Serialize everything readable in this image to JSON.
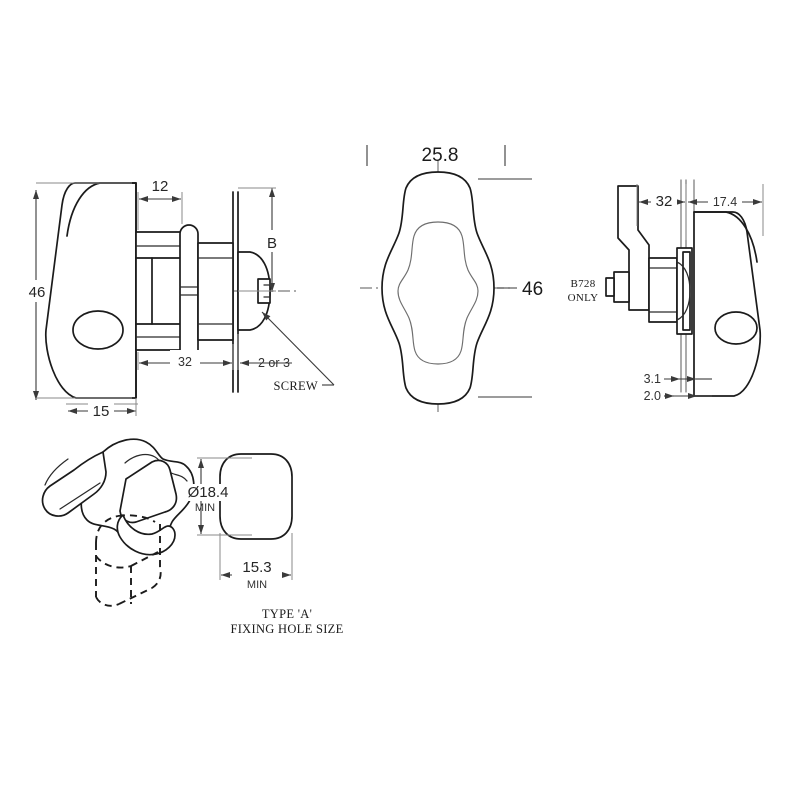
{
  "drawing": {
    "title": "Compression T-handle lock technical drawing",
    "background_color": "#ffffff",
    "line_color": "#1b1b1b",
    "dimension_color": "#3a3a3a",
    "centerline_color": "#7a7a7a"
  },
  "views": {
    "side_section": {
      "name": "side-section-view",
      "dimensions": {
        "height_overall": "46",
        "knob_depth": "15",
        "flange_to_body": "12",
        "barrel_length": "32",
        "panel_thickness": "2 or 3",
        "cam_height": "B"
      },
      "labels": {
        "screw": "SCREW"
      }
    },
    "front_knob": {
      "name": "front-knob-view",
      "dimensions": {
        "width": "25.8",
        "height": "46"
      }
    },
    "cam_side": {
      "name": "cam-side-view",
      "dimensions": {
        "barrel_length": "32",
        "knob_projection": "17.4",
        "panel_thickness_max": "3.1",
        "panel_thickness_min": "2.0"
      },
      "labels": {
        "variant_note_line1": "B728",
        "variant_note_line2": "ONLY"
      }
    },
    "isometric": {
      "name": "isometric-view"
    },
    "fixing_hole": {
      "name": "fixing-hole-view",
      "dimensions": {
        "diameter": "Ø18.4",
        "diameter_qualifier": "MIN",
        "flat_width": "15.3",
        "flat_width_qualifier": "MIN"
      },
      "caption_line1": "TYPE 'A'",
      "caption_line2": "FIXING HOLE SIZE"
    }
  }
}
